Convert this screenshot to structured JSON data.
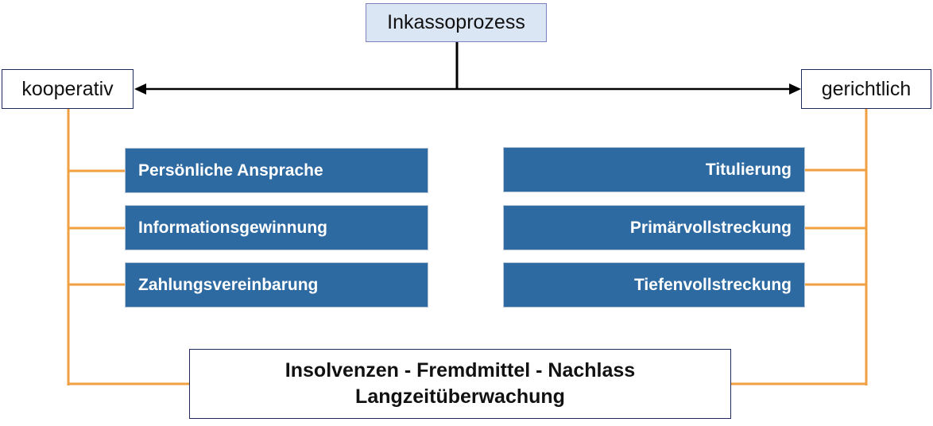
{
  "root": {
    "label": "Inkassoprozess"
  },
  "branches": {
    "left": {
      "label": "kooperativ"
    },
    "right": {
      "label": "gerichtlich"
    }
  },
  "left_items": [
    {
      "label": "Persönliche Ansprache"
    },
    {
      "label": "Informationsgewinnung"
    },
    {
      "label": "Zahlungsvereinbarung"
    }
  ],
  "right_items": [
    {
      "label": "Titulierung"
    },
    {
      "label": "Primärvollstreckung"
    },
    {
      "label": "Tiefenvollstreckung"
    }
  ],
  "bottom": {
    "line1": "Insolvenzen - Fremdmittel - Nachlass",
    "line2": "Langzeitüberwachung"
  },
  "colors": {
    "connector": "#f0a040",
    "item_fill": "#2e6aa2",
    "root_fill": "#dbe6f4"
  }
}
